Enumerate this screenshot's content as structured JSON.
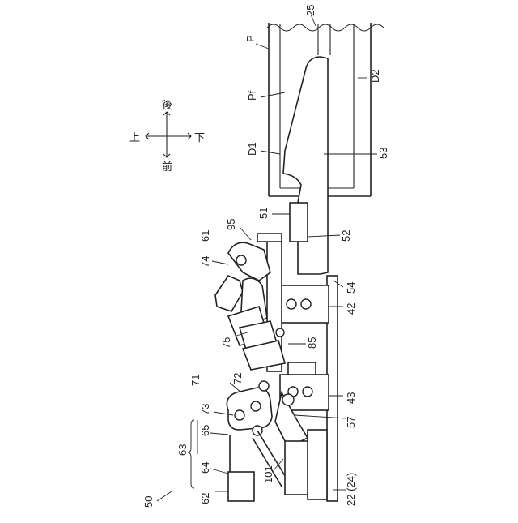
{
  "figure": {
    "reference_labels": [
      {
        "id": "p",
        "text": "P"
      },
      {
        "id": "25",
        "text": "25"
      },
      {
        "id": "pf",
        "text": "Pf"
      },
      {
        "id": "d2",
        "text": "D2"
      },
      {
        "id": "d1",
        "text": "D1"
      },
      {
        "id": "53",
        "text": "53"
      },
      {
        "id": "51",
        "text": "51"
      },
      {
        "id": "52",
        "text": "52"
      },
      {
        "id": "95",
        "text": "95"
      },
      {
        "id": "61",
        "text": "61"
      },
      {
        "id": "74",
        "text": "74"
      },
      {
        "id": "54",
        "text": "54"
      },
      {
        "id": "42",
        "text": "42"
      },
      {
        "id": "75",
        "text": "75"
      },
      {
        "id": "85",
        "text": "85"
      },
      {
        "id": "71",
        "text": "71"
      },
      {
        "id": "72",
        "text": "72"
      },
      {
        "id": "43",
        "text": "43"
      },
      {
        "id": "73",
        "text": "73"
      },
      {
        "id": "57",
        "text": "57"
      },
      {
        "id": "65",
        "text": "65"
      },
      {
        "id": "63",
        "text": "63"
      },
      {
        "id": "64",
        "text": "64"
      },
      {
        "id": "101",
        "text": "101"
      },
      {
        "id": "50",
        "text": "50"
      },
      {
        "id": "62",
        "text": "62"
      },
      {
        "id": "22_24",
        "text": "22 (24)"
      }
    ],
    "direction_indicator": {
      "up": "上",
      "down": "下",
      "front": "前",
      "rear": "後"
    }
  }
}
